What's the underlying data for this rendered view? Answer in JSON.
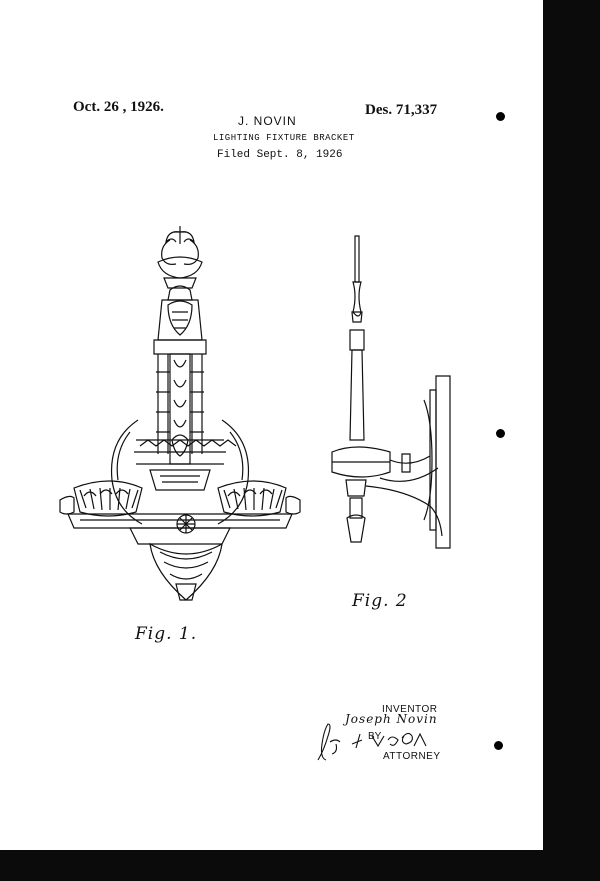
{
  "header": {
    "date": "Oct. 26 , 1926.",
    "inventor_name": "J. NOVIN",
    "patent_number": "Des. 71,337",
    "title": "LIGHTING FIXTURE BRACKET",
    "filed": "Filed Sept. 8, 1926"
  },
  "figures": {
    "fig1_label": "Fig. 1.",
    "fig2_label": "Fig. 2"
  },
  "signature_block": {
    "inventor_label": "INVENTOR",
    "inventor_signature": "Joseph Novin",
    "by_label": "BY",
    "attorney_label": "ATTORNEY"
  }
}
